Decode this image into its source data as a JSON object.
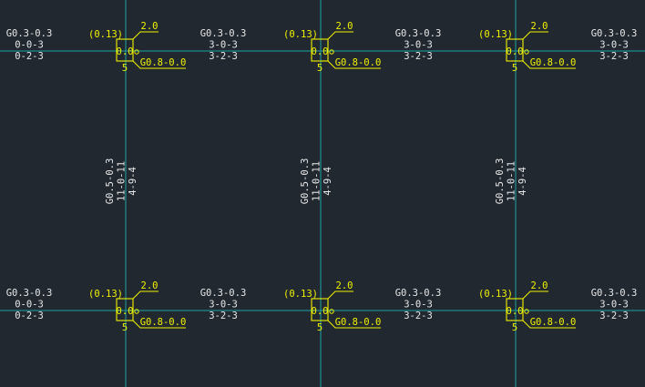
{
  "column": {
    "elev_top": "(0.13)",
    "left_leader": "2.0",
    "box_text": "0.0",
    "below": "5",
    "leader_text": "G0.8-0.0"
  },
  "beam_h": {
    "left": {
      "lines": [
        "G0.3-0.3",
        "0-0-3",
        "0-2-3"
      ]
    },
    "mid": {
      "lines": [
        "G0.3-0.3",
        "3-0-3",
        "3-2-3"
      ]
    }
  },
  "beam_v": {
    "lines": [
      "G0.5-0.3",
      "11-0-11",
      "4-9-4"
    ]
  },
  "colors": {
    "background": "#212830",
    "axis": "#1aa5a5",
    "column": "#f2f200",
    "beam_text": "#e8e8e8"
  }
}
